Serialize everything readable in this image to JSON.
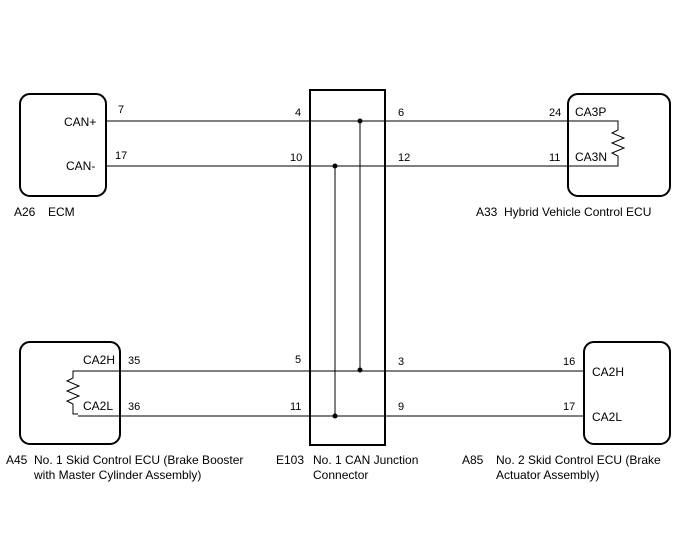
{
  "ecm": {
    "ref": "A26",
    "name": "ECM",
    "pins": [
      {
        "signal": "CAN+",
        "number": "7"
      },
      {
        "signal": "CAN-",
        "number": "17"
      }
    ]
  },
  "hv_ecu": {
    "ref": "A33",
    "name": "Hybrid Vehicle Control ECU",
    "pins": [
      {
        "signal": "CA3P",
        "number": "24"
      },
      {
        "signal": "CA3N",
        "number": "11"
      }
    ]
  },
  "skid1": {
    "ref": "A45",
    "name_line1": "No. 1 Skid Control ECU (Brake Booster",
    "name_line2": "with Master Cylinder Assembly)",
    "pins": [
      {
        "signal": "CA2H",
        "number": "35"
      },
      {
        "signal": "CA2L",
        "number": "36"
      }
    ]
  },
  "skid2": {
    "ref": "A85",
    "name_line1": "No. 2 Skid Control ECU (Brake",
    "name_line2": "Actuator Assembly)",
    "pins": [
      {
        "signal": "CA2H",
        "number": "16"
      },
      {
        "signal": "CA2L",
        "number": "17"
      }
    ]
  },
  "junction": {
    "ref": "E103",
    "name_line1": "No. 1 CAN Junction",
    "name_line2": "Connector",
    "pins": {
      "top_left_high": "4",
      "top_left_low": "10",
      "top_right_high": "6",
      "top_right_low": "12",
      "bottom_left_high": "5",
      "bottom_left_low": "11",
      "bottom_right_high": "3",
      "bottom_right_low": "9"
    }
  }
}
